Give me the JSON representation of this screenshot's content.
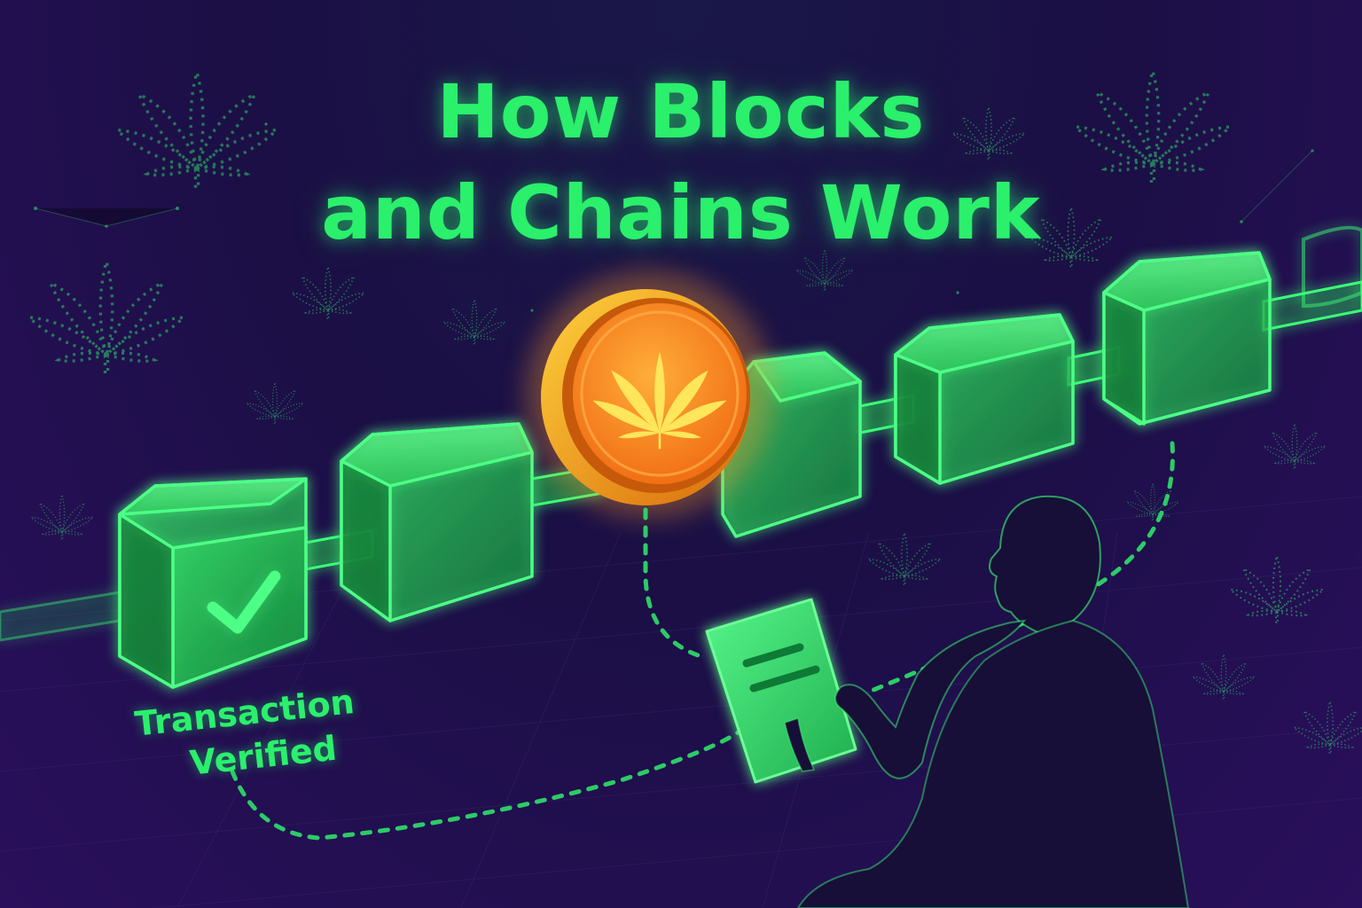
{
  "title": {
    "line1": "How Blocks",
    "line2": "and Chains Work"
  },
  "status_label": {
    "line1": "Transaction",
    "line2": "Verified"
  },
  "colors": {
    "background": "#1b0f45",
    "neon_green": "#2af06c",
    "coin_orange": "#f5901e",
    "coin_leaf": "#ffe65a",
    "silhouette": "#170f38"
  },
  "icons": [
    "cannabis-leaf-icon",
    "checkmark-icon",
    "coin-icon",
    "document-icon"
  ]
}
